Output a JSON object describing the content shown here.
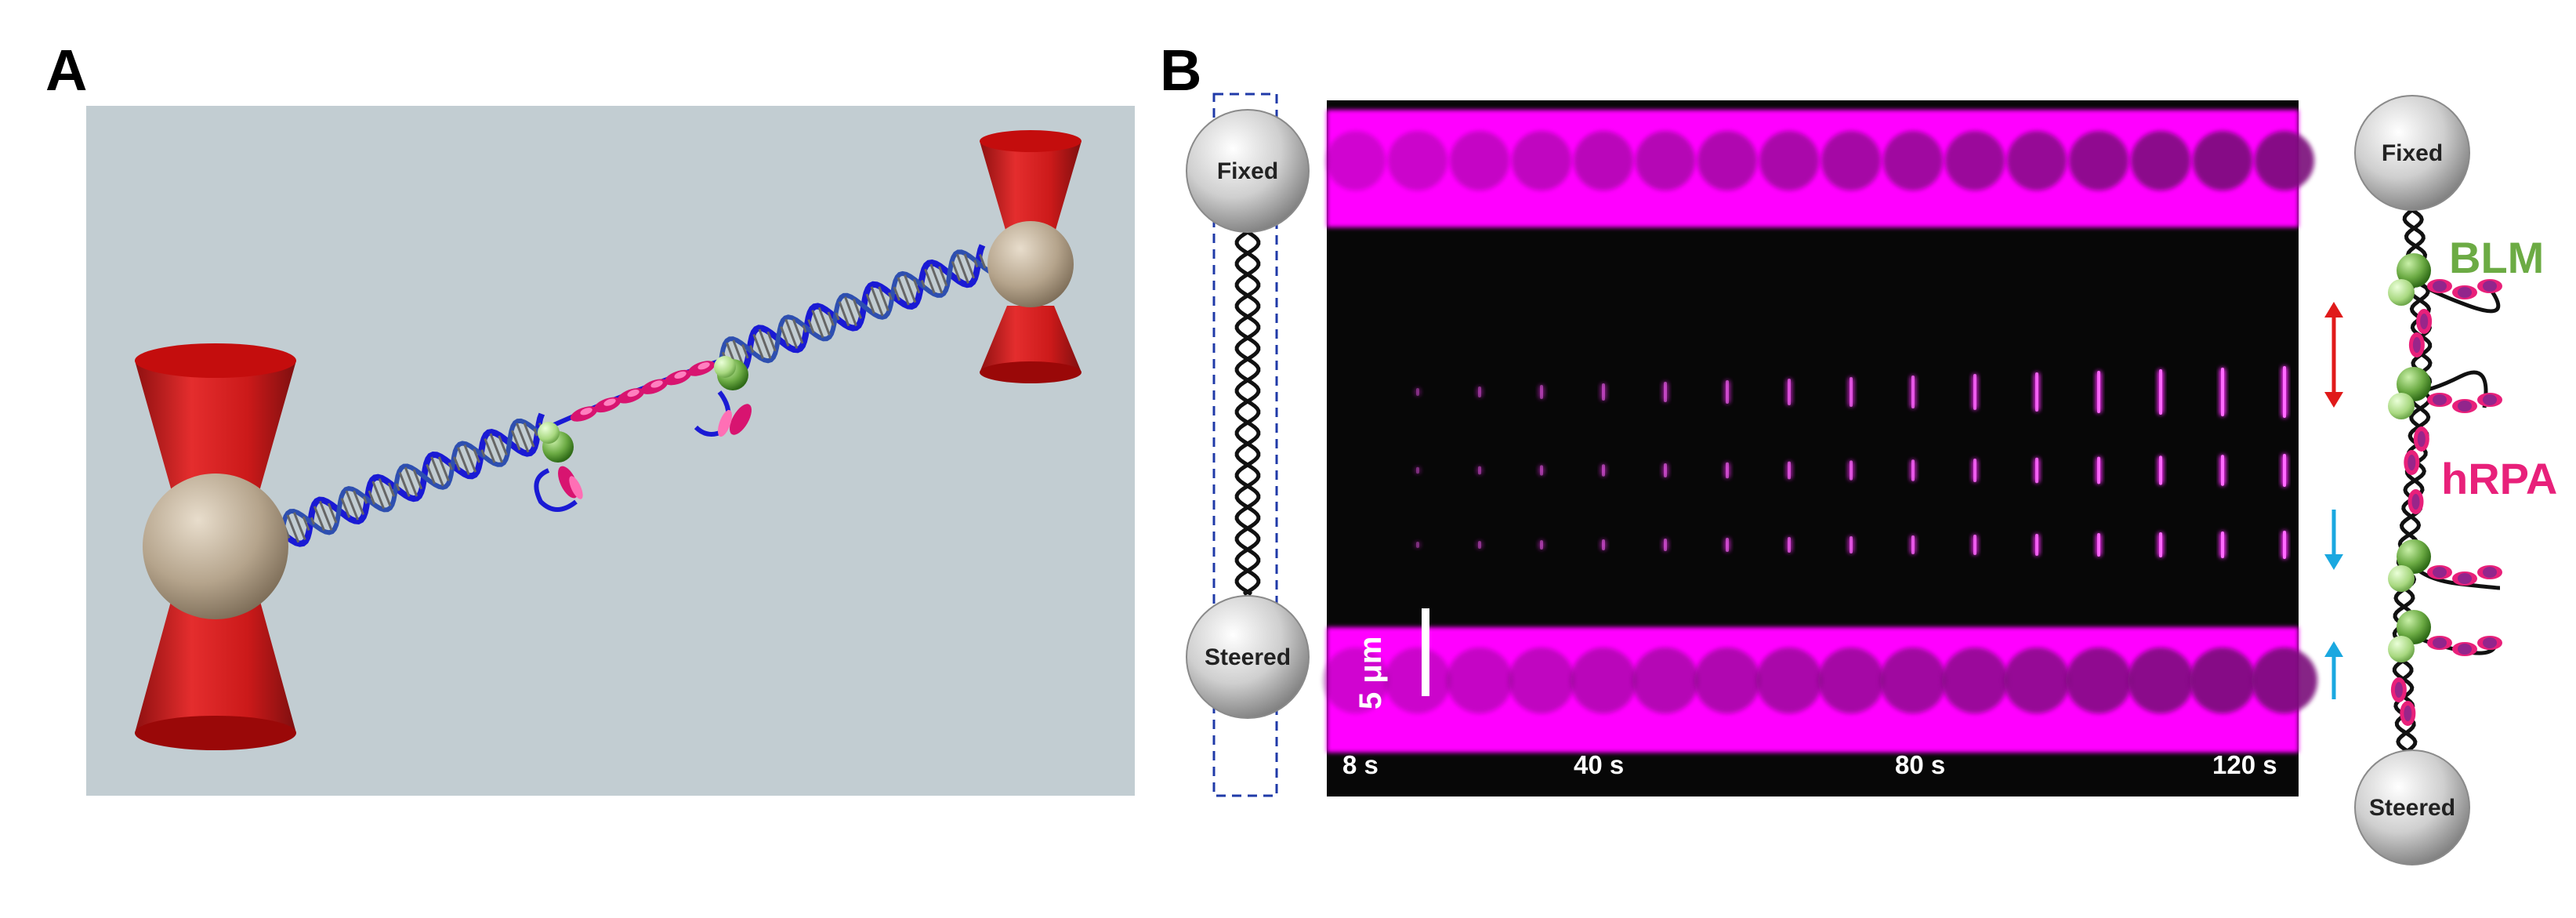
{
  "panels": {
    "a": {
      "letter": "A"
    },
    "b": {
      "letter": "B"
    }
  },
  "beads": {
    "left_top": "Fixed",
    "left_bottom": "Steered",
    "right_top": "Fixed",
    "right_bottom": "Steered"
  },
  "kymograph": {
    "scale_bar_label": "5 μm",
    "time_labels": [
      "8 s",
      "40 s",
      "80 s",
      "120 s"
    ]
  },
  "legend": {
    "blm": "BLM",
    "hrpa": "hRPA"
  },
  "colors": {
    "magenta": "#ff00ff",
    "dna_blue": "#1a1ad4",
    "trap_red": "#d81414",
    "blm_green": "#6cab44",
    "hrpa_pink": "#e8207a",
    "arrow_red": "#e01a1a",
    "arrow_cyan": "#1aa8e0"
  }
}
